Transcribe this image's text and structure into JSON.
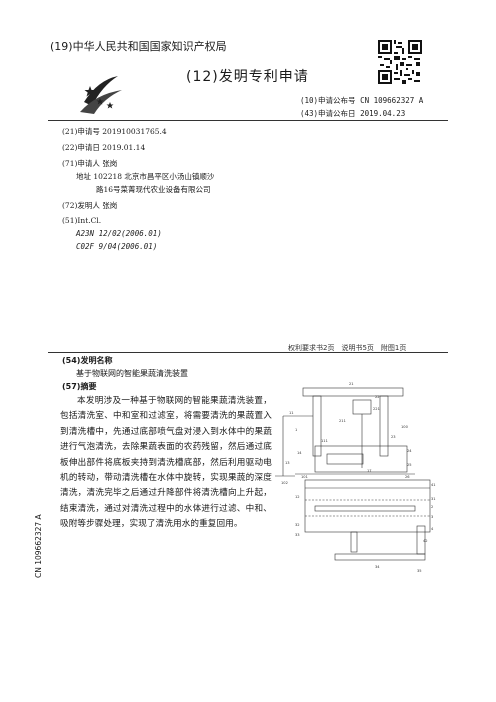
{
  "header": {
    "authority": "(19)中华人民共和国国家知识产权局",
    "doc_type": "(12)发明专利申请",
    "pub_no": "(10)申请公布号 CN 109662327 A",
    "pub_date": "(43)申请公布日 2019.04.23"
  },
  "biblio": {
    "app_no": "(21)申请号 201910031765.4",
    "app_date": "(22)申请日 2019.01.14",
    "applicant": "(71)申请人 张岗",
    "address_line1": "地址 102218 北京市昌平区小汤山镇顺沙",
    "address_line2": "路16号菜菁现代农业设备有限公司",
    "inventor": "(72)发明人 张岗",
    "int_cl": "(51)Int.Cl.",
    "ipc": [
      "A23N 12/02(2006.01)",
      "C02F 9/04(2006.01)"
    ]
  },
  "pages_info": "权利要求书2页　说明书5页　附图1页",
  "title_section": {
    "heading": "(54)发明名称",
    "title": "基于物联网的智能果蔬清洗装置"
  },
  "abstract": {
    "heading": "(57)摘要",
    "text": "本发明涉及一种基于物联网的智能果蔬清洗装置，包括清洗室、中和室和过滤室，将需要清洗的果蔬置入到清洗槽中，先通过底部喷气盘对浸入到水体中的果蔬进行气泡清洗，去除果蔬表面的农药残留，然后通过底板伸出部件将底板夹持到清洗槽底部，然后利用驱动电机的转动，带动清洗槽在水体中旋转，实现果蔬的深度清洗，清洗完毕之后通过升降部件将清洗槽向上升起，结束清洗，通过对清洗过程中的水体进行过滤、中和、吸附等步骤处理，实现了清洗用水的重复回用。"
  },
  "side_number": "CN 109662327 A",
  "figure": {
    "labels": [
      "21",
      "22",
      "221",
      "11",
      "1",
      "100",
      "14",
      "13",
      "101",
      "102",
      "111",
      "24",
      "25",
      "23",
      "17",
      "26",
      "12",
      "41",
      "31",
      "2",
      "3",
      "4",
      "42",
      "32",
      "33",
      "34",
      "35",
      "211"
    ]
  }
}
